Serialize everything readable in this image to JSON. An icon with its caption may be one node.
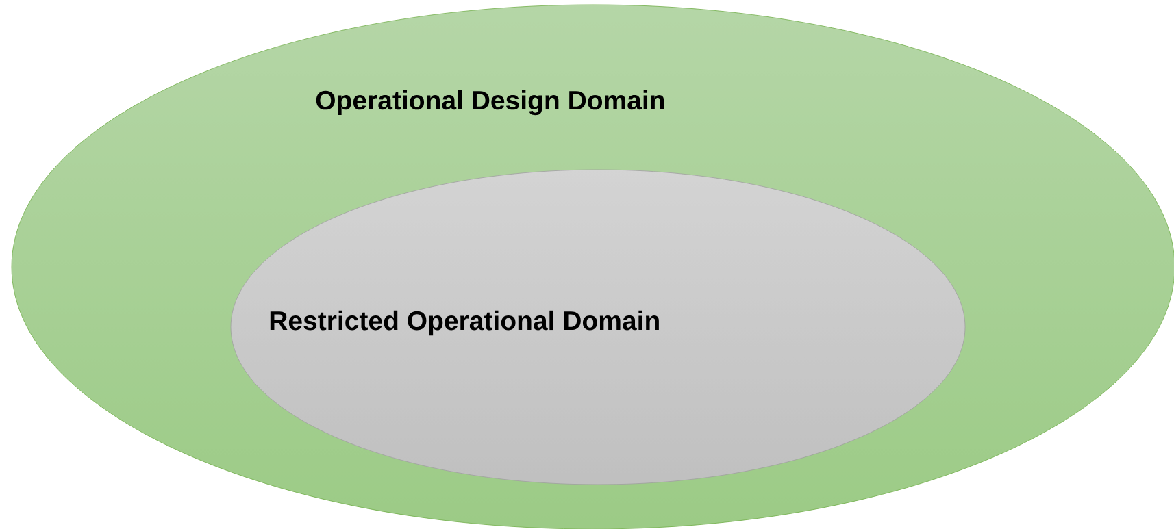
{
  "diagram": {
    "nodes": [
      {
        "text": [
          "Operational Design Domain"
        ]
      },
      {
        "text": [
          "Restricted Operational Domain"
        ],
        "in": 0
      }
    ]
  }
}
